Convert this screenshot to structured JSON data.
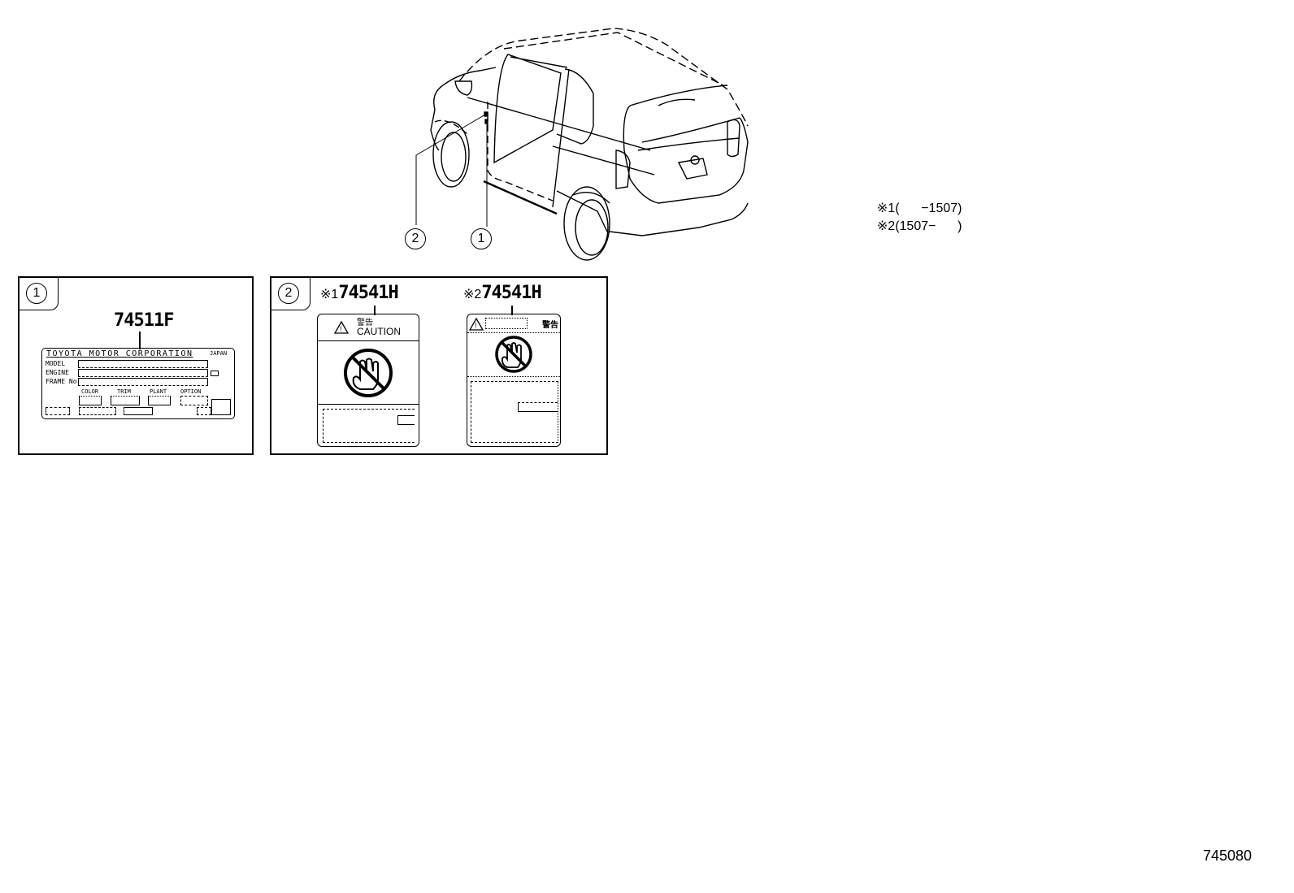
{
  "vehicle_view": {
    "callouts": [
      {
        "id": "2",
        "label": "2"
      },
      {
        "id": "1",
        "label": "1"
      }
    ]
  },
  "notes": [
    {
      "mark": "※1",
      "text": "(      −1507)"
    },
    {
      "mark": "※2",
      "text": "(1507−      )"
    }
  ],
  "panel1": {
    "index": "1",
    "part_number": "74511F",
    "plate": {
      "header": "TOYOTA MOTOR CORPORATION",
      "country": "JAPAN",
      "rows": [
        "MODEL",
        "ENGINE",
        "FRAME No"
      ],
      "fields": [
        "COLOR",
        "TRIM",
        "PLANT",
        "OPTION"
      ]
    }
  },
  "panel2": {
    "index": "2",
    "labels": [
      {
        "mark": "※1",
        "part_number": "74541H",
        "kanji": "警告",
        "caption": "CAUTION"
      },
      {
        "mark": "※2",
        "part_number": "74541H",
        "kanji": "警告",
        "caption": ""
      }
    ]
  },
  "diagram_id": "745080"
}
